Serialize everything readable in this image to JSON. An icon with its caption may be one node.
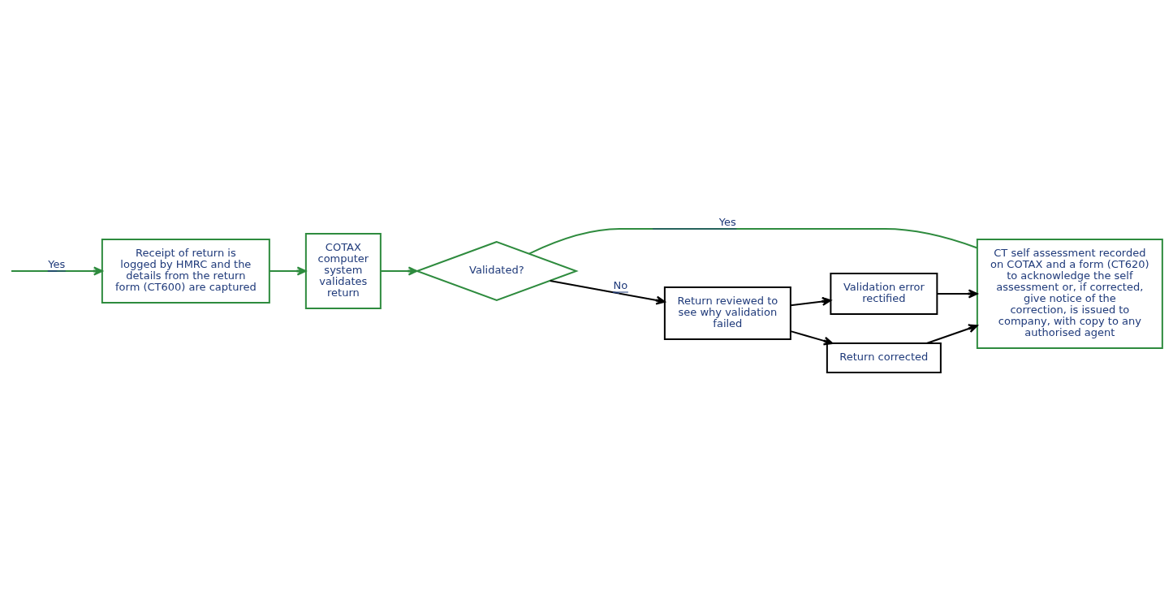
{
  "diagram": {
    "nodes": [
      {
        "text": [
          "CT self assessment recorded on COTAX and a form (CT620) to acknowledge the self assessment or, if corrected, give notice of the correction, is issued to company, with copy to any authorised agent"
        ]
      },
      {
        "text": [
          "Validation error rectified"
        ]
      },
      {
        "text": [
          "Return corrected"
        ]
      },
      {
        "text": [
          "Receipt of return is logged by HMRC and the details from the return form (CT600) are captured"
        ]
      },
      {
        "text": [
          "COTAX computer system validates return"
        ]
      },
      {
        "text": [
          "Validated?"
        ]
      },
      {
        "text": [
          "Return reviewed to see why validation failed"
        ]
      }
    ],
    "edges": [
      {
        "from": 5,
        "to": 0,
        "arrow": "none",
        "label": "Yes",
        "color": "#2e8b3e"
      },
      {
        "from": null,
        "to": 3,
        "arrow": "to",
        "label": "Yes",
        "color": "#2e8b3e"
      },
      {
        "from": 3,
        "to": 4,
        "arrow": "to",
        "color": "#2e8b3e"
      },
      {
        "from": 4,
        "to": 5,
        "arrow": "to",
        "color": "#2e8b3e"
      },
      {
        "from": 5,
        "to": 6,
        "arrow": "to",
        "label": "No"
      },
      {
        "from": 6,
        "to": 1,
        "arrow": "to"
      },
      {
        "from": 6,
        "to": 2,
        "arrow": "to"
      },
      {
        "from": 1,
        "to": 0,
        "arrow": "to"
      },
      {
        "from": 2,
        "to": 0,
        "arrow": "to"
      }
    ]
  }
}
